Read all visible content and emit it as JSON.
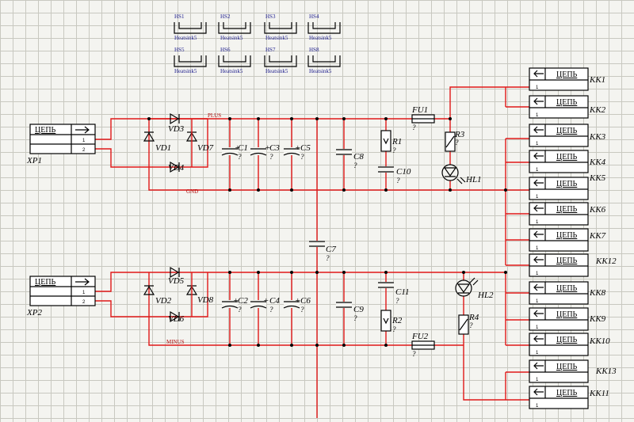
{
  "heatsinks": [
    {
      "ref": "HS1",
      "type": "Heatsink5"
    },
    {
      "ref": "HS2",
      "type": "Heatsink5"
    },
    {
      "ref": "HS3",
      "type": "Heatsink5"
    },
    {
      "ref": "HS4",
      "type": "Heatsink5"
    },
    {
      "ref": "HS5",
      "type": "Heatsink5"
    },
    {
      "ref": "HS6",
      "type": "Heatsink5"
    },
    {
      "ref": "HS7",
      "type": "Heatsink5"
    },
    {
      "ref": "HS8",
      "type": "Heatsink5"
    }
  ],
  "inputs": [
    {
      "ref": "XP1",
      "title": "ЦЕПЬ",
      "pins": [
        "1",
        "2"
      ]
    },
    {
      "ref": "XP2",
      "title": "ЦЕПЬ",
      "pins": [
        "1",
        "2"
      ]
    }
  ],
  "outputs": [
    {
      "ref": "KK1",
      "title": "ЦЕПЬ"
    },
    {
      "ref": "KK2",
      "title": "ЦЕПЬ"
    },
    {
      "ref": "KK3",
      "title": "ЦЕПЬ"
    },
    {
      "ref": "KK4",
      "title": "ЦЕПЬ"
    },
    {
      "ref": "KK5",
      "title": "ЦЕПЬ"
    },
    {
      "ref": "KK6",
      "title": "ЦЕПЬ"
    },
    {
      "ref": "KK7",
      "title": "ЦЕПЬ"
    },
    {
      "ref": "KK12",
      "title": "ЦЕПЬ"
    },
    {
      "ref": "KK8",
      "title": "ЦЕПЬ"
    },
    {
      "ref": "KK9",
      "title": "ЦЕПЬ"
    },
    {
      "ref": "KK10",
      "title": "ЦЕПЬ"
    },
    {
      "ref": "KK13",
      "title": "ЦЕПЬ"
    },
    {
      "ref": "KK11",
      "title": "ЦЕПЬ"
    }
  ],
  "output_pin": "1",
  "nets": {
    "plus": "PLUS",
    "gnd": "GND",
    "minus": "MINUS"
  },
  "value_placeholder": "?",
  "diodes_top": [
    "VD1",
    "VD3",
    "VD4",
    "VD7"
  ],
  "diodes_bottom": [
    "VD2",
    "VD5",
    "VD6",
    "VD8"
  ],
  "caps_top": [
    "C1",
    "C3",
    "C5",
    "C8",
    "C10"
  ],
  "caps_bottom": [
    "C2",
    "C4",
    "C6",
    "C9",
    "C11"
  ],
  "cap_middle": "C7",
  "resistors": [
    "R1",
    "R2",
    "R3",
    "R4"
  ],
  "fuses": [
    "FU1",
    "FU2"
  ],
  "leds": [
    "HL1",
    "HL2"
  ],
  "colors": {
    "wire": "#e01818",
    "component": "#000000",
    "heatsink_label": "#1a1a8c",
    "grid": "#c8c8c0"
  }
}
